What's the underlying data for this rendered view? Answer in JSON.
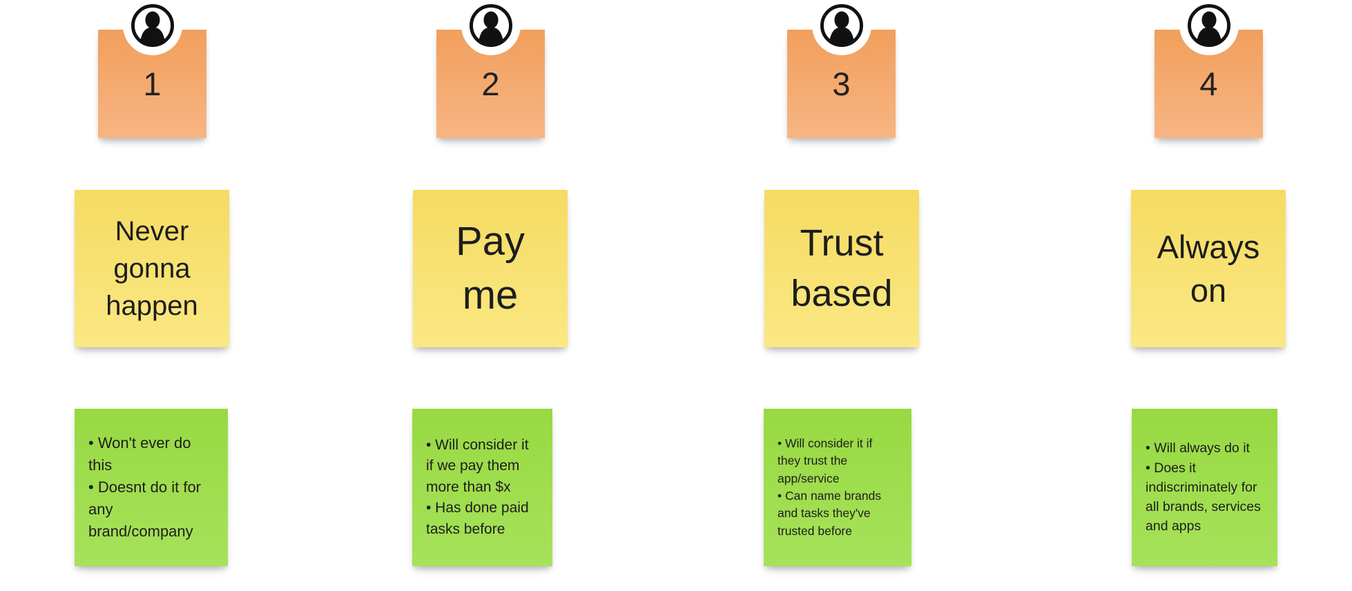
{
  "board": {
    "colors": {
      "background": "#FFFFFF",
      "orange_note": "#F4A868",
      "yellow_note": "#F7E173",
      "green_note": "#9EDC4D",
      "text": "#1B1B1B"
    },
    "columns": [
      {
        "number": "1",
        "title": "Never gonna happen",
        "details": [
          "• Won't ever do this",
          "• Doesnt do it for any brand/company"
        ]
      },
      {
        "number": "2",
        "title": "Pay me",
        "details": [
          "• Will consider it if we pay them more than $x",
          "• Has done paid tasks before"
        ]
      },
      {
        "number": "3",
        "title": "Trust based",
        "details": [
          "• Will consider it if they trust the app/service",
          "• Can name brands and tasks they've trusted before"
        ]
      },
      {
        "number": "4",
        "title": "Always on",
        "details": [
          "• Will always do it",
          "• Does it indiscriminately for all brands, services and apps"
        ]
      }
    ]
  }
}
